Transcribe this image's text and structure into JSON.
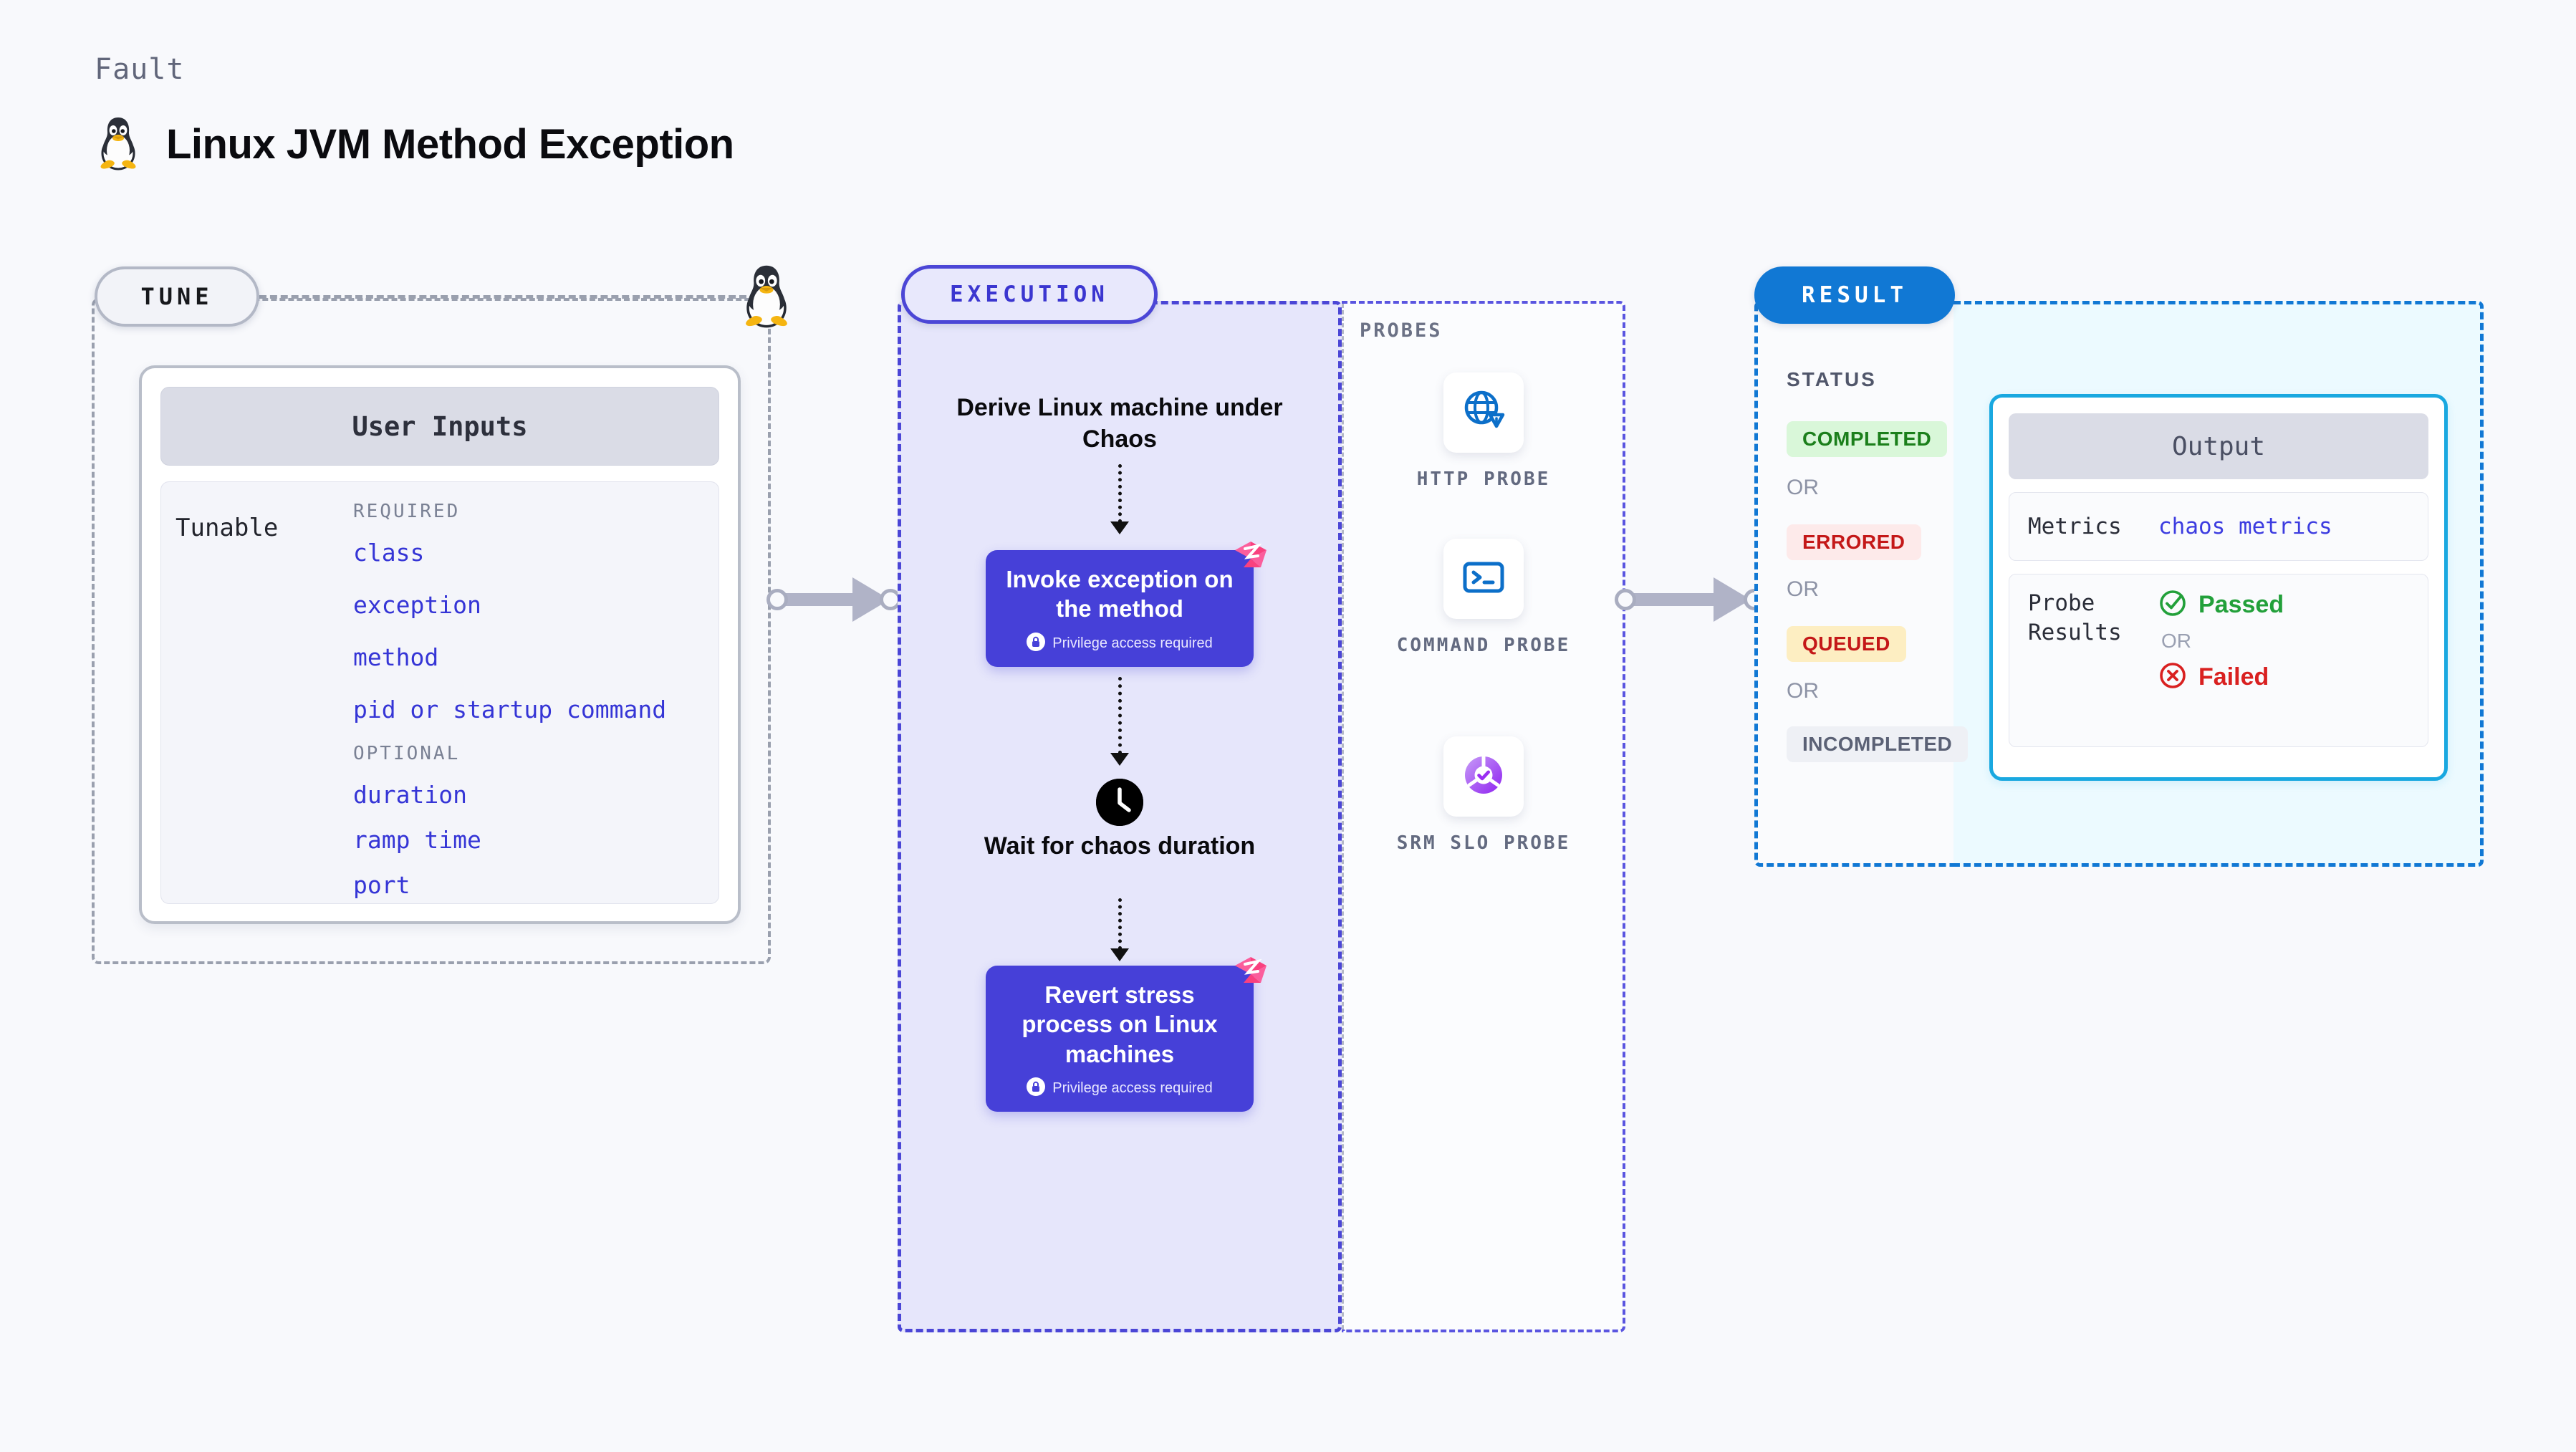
{
  "header": {
    "kicker": "Fault",
    "title": "Linux JVM Method Exception",
    "os_icon": "linux-tux-icon"
  },
  "tune": {
    "badge": "TUNE",
    "card_title": "User Inputs",
    "tunable_label": "Tunable",
    "groups": [
      {
        "label": "REQUIRED",
        "items": [
          "class",
          "exception",
          "method",
          "pid or startup command"
        ]
      },
      {
        "label": "OPTIONAL",
        "items": [
          "duration",
          "ramp time",
          "port"
        ]
      }
    ]
  },
  "execution": {
    "badge": "EXECUTION",
    "steps": [
      {
        "kind": "text",
        "label": "Derive Linux machine under Chaos"
      },
      {
        "kind": "box",
        "label": "Invoke exception on the method",
        "note": "Privilege access required",
        "note_icon": "lock-icon",
        "corner_icon": "litmus-logo-icon"
      },
      {
        "kind": "wait",
        "label": "Wait for chaos duration",
        "icon": "clock-icon"
      },
      {
        "kind": "box",
        "label": "Revert stress process on Linux machines",
        "note": "Privilege access required",
        "note_icon": "lock-icon",
        "corner_icon": "litmus-logo-icon"
      }
    ]
  },
  "probes": {
    "title": "PROBES",
    "items": [
      {
        "name": "HTTP PROBE",
        "icon": "globe-warning-icon"
      },
      {
        "name": "COMMAND PROBE",
        "icon": "terminal-icon"
      },
      {
        "name": "SRM SLO PROBE",
        "icon": "slo-donut-check-icon"
      }
    ]
  },
  "result": {
    "badge": "RESULT",
    "status_title": "STATUS",
    "or_label": "OR",
    "statuses": [
      {
        "label": "COMPLETED",
        "bg": "#d9f7d9",
        "fg": "#1b7f1b"
      },
      {
        "label": "ERRORED",
        "bg": "#fdeaea",
        "fg": "#c41818"
      },
      {
        "label": "QUEUED",
        "bg": "#fdeec2",
        "fg": "#c41818"
      },
      {
        "label": "INCOMPLETED",
        "bg": "#eef0f5",
        "fg": "#5b6175"
      }
    ]
  },
  "output": {
    "title": "Output",
    "rows": [
      {
        "key": "Metrics",
        "value": "chaos metrics",
        "type": "link"
      },
      {
        "key": "Probe Results",
        "type": "verdict",
        "pass": "Passed",
        "or": "OR",
        "fail": "Failed",
        "pass_icon": "check-circle-icon",
        "fail_icon": "x-circle-icon"
      }
    ]
  },
  "colors": {
    "background": "#f8f9fc",
    "execution_fill": "#e6e6fb",
    "execution_border": "#4b46d6",
    "result_border": "#1178d4",
    "output_fill": "#ecfaff",
    "output_card_border": "#19a8e0",
    "flow_box": "#4640d8",
    "tune_text": "#3535d6",
    "connector": "#b0b3c7"
  }
}
